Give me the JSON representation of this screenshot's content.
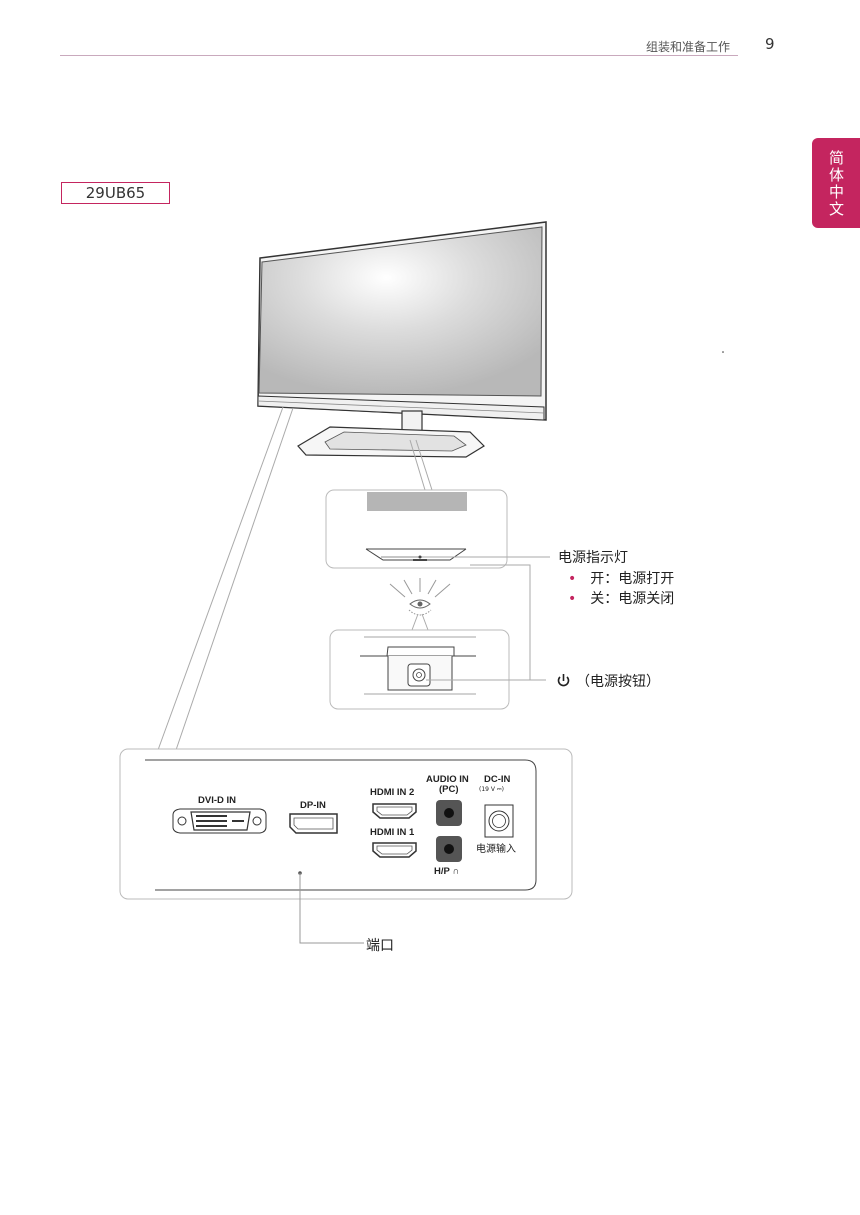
{
  "header": {
    "section_title": "组装和准备工作",
    "page_number": "9",
    "language_tab": "简体中文"
  },
  "model": "29UB65",
  "callouts": {
    "power_indicator": {
      "title": "电源指示灯",
      "items": [
        "开：电源打开",
        "关：电源关闭"
      ]
    },
    "power_button": "（电源按钮）",
    "ports": "端口"
  },
  "port_panel": {
    "dvi": "DVI-D IN",
    "dp": "DP-IN",
    "hdmi2": "HDMI IN 2",
    "hdmi1": "HDMI IN 1",
    "audio_in": "AUDIO IN",
    "audio_in_sub": "(PC)",
    "dc_in": "DC-IN",
    "dc_in_sub": "(19 V ⎓)",
    "power_input": "电源输入",
    "headphone": "H/P"
  },
  "colors": {
    "accent": "#c4255f"
  }
}
